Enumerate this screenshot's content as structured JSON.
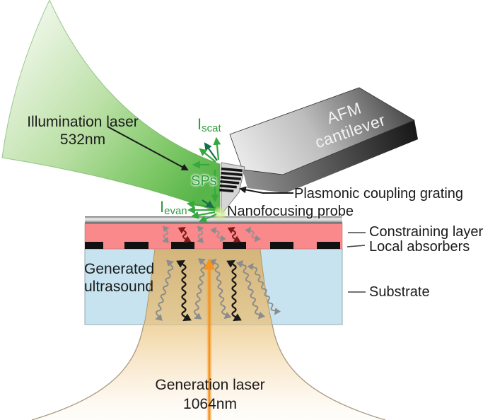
{
  "figure": {
    "illumination_laser": {
      "line1": "Illumination laser",
      "line2": "532nm"
    },
    "i_scat": {
      "main": "I",
      "sub": "scat"
    },
    "sps": {
      "label": "SPs"
    },
    "i_evan": {
      "main": "I",
      "sub": "evan"
    },
    "afm_cantilever": {
      "line1": "AFM",
      "line2": "cantilever"
    },
    "plasmonic_grating": {
      "label": "Plasmonic coupling grating"
    },
    "nanofocusing_probe": {
      "label": "Nanofocusing probe"
    },
    "constraining_layer": {
      "label": "Constraining layer"
    },
    "local_absorbers": {
      "label": "Local absorbers"
    },
    "substrate": {
      "label": "Substrate"
    },
    "generated_ultrasound": {
      "line1": "Generated",
      "line2": "ultrasound"
    },
    "generation_laser": {
      "line1": "Generation laser",
      "line2": "1064nm"
    },
    "colors": {
      "laser_green": "#58B549",
      "label_green": "#2E9C3E",
      "constraining_pink": "#F9898B",
      "absorber_black": "#111111",
      "substrate_blue": "#C6E3EF",
      "generation_orange": "#F7941D",
      "ultrasound_tan": "#DABD85",
      "cantilever_gray": "#8C8C8C"
    }
  }
}
